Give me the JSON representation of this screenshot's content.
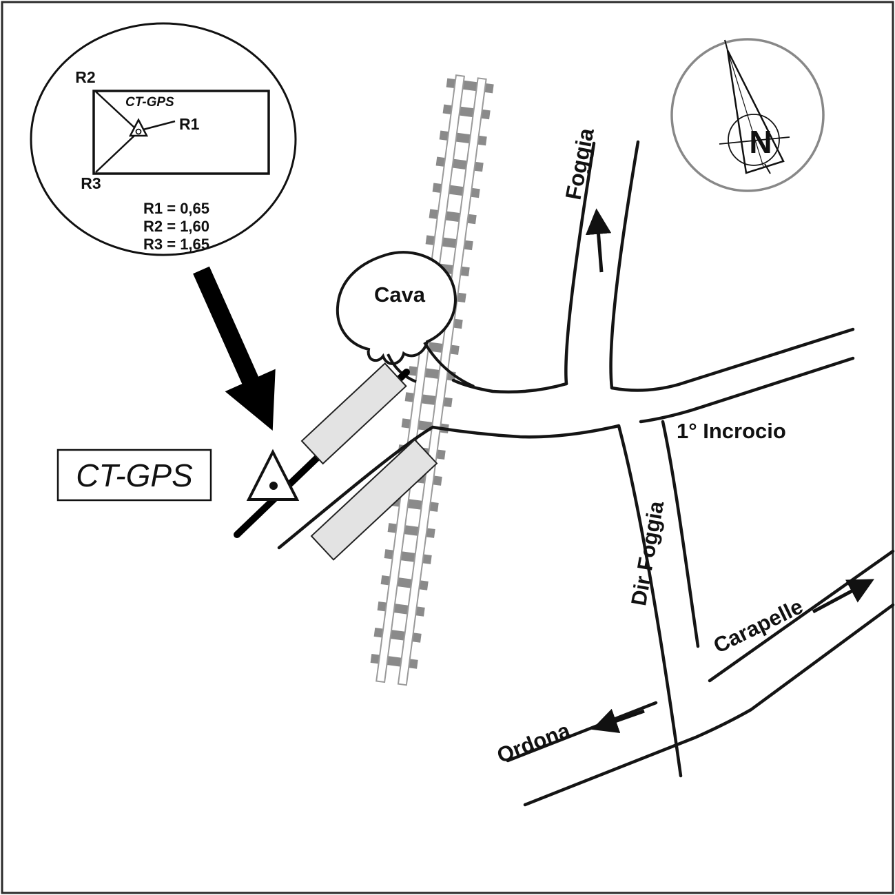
{
  "inset": {
    "title": "CT-GPS",
    "corner_labels": {
      "r1": "R1",
      "r2": "R2",
      "r3": "R3"
    },
    "measurements": {
      "r1": "R1 = 0,65",
      "r2": "R2 = 1,60",
      "r3": "R3 = 1,65"
    }
  },
  "station": {
    "label": "CT-GPS"
  },
  "map_labels": {
    "cava": "Cava",
    "foggia": "Foggia",
    "first_crossing": "1° Incrocio",
    "dir_foggia": "Dir Foggia",
    "carapelle": "Carapelle",
    "ordona": "Ordona"
  },
  "compass": {
    "north": "N"
  },
  "colors": {
    "ink": "#111111",
    "sleeper_gray": "#8a8a8a",
    "rail_edge_gray": "#9a9a9a",
    "building_gray": "#e3e3e3",
    "compass_gray": "#888888"
  }
}
